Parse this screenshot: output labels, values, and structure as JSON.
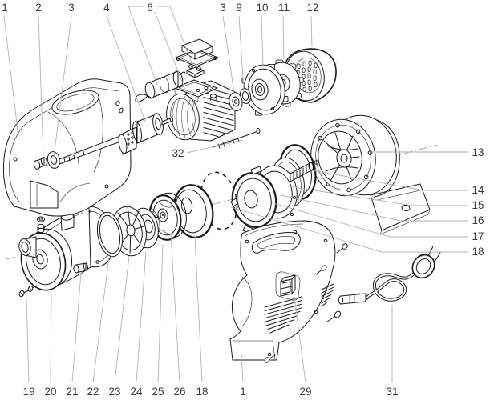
{
  "figure": {
    "kind": "exploded-parts-diagram",
    "subject": "jet-pump-exploded-view",
    "background_color": "#ffffff",
    "line_color": "#1a1a1a",
    "leader_line_color": "#b2b2b2",
    "label_color": "#3a3a3a"
  },
  "callouts": {
    "top": [
      "1",
      "2",
      "3",
      "4",
      "6",
      "3",
      "9",
      "10",
      "11",
      "12"
    ],
    "right": [
      "13",
      "14",
      "15",
      "16",
      "17",
      "18"
    ],
    "bottom": [
      "19",
      "20",
      "21",
      "22",
      "23",
      "24",
      "25",
      "26",
      "18",
      "1",
      "29",
      "31"
    ],
    "inline": [
      "32"
    ]
  }
}
